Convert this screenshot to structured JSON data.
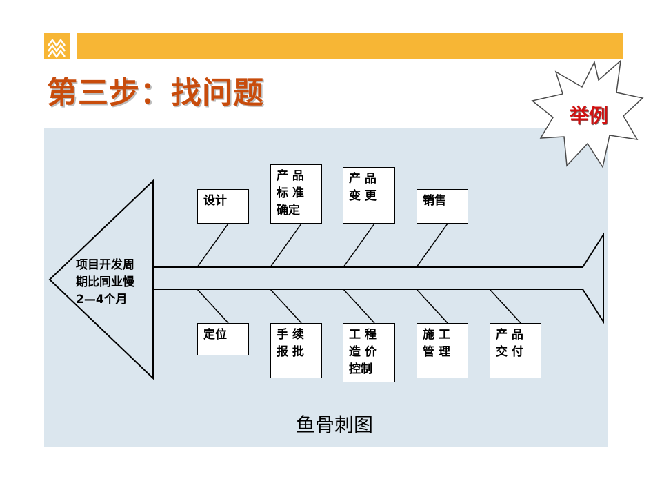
{
  "slide": {
    "title": "第三步：找问题",
    "badge": "举例",
    "caption": "鱼骨刺图"
  },
  "fishbone": {
    "head": "项目开发周\n期比同业慢\n2—4个月",
    "top_causes": [
      "设计",
      "产  品\n标  准\n确定",
      "产  品\n变  更",
      "销售"
    ],
    "bottom_causes": [
      "定位",
      "手  续\n报  批",
      "工  程\n造  价\n控制",
      "施  工\n管  理",
      "产  品\n交  付"
    ]
  },
  "colors": {
    "accent_bar": "#f7b635",
    "title": "#c84c0c",
    "panel_bg": "#dbe6ee",
    "badge_text": "#d21010"
  },
  "icons": {
    "logo": "stacked-chevrons-icon",
    "badge": "starburst-icon"
  }
}
